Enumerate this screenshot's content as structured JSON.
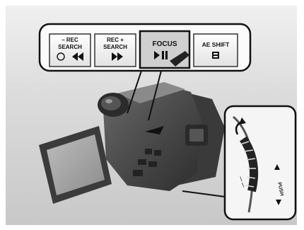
{
  "buttons": [
    {
      "line1": "– REC",
      "line2": "SEARCH",
      "icon": "rewind-icon"
    },
    {
      "line1": "REC +",
      "line2": "SEARCH",
      "icon": "fast-forward-icon"
    },
    {
      "line1": "FOCUS",
      "line2": "",
      "icon": "play-pause-icon",
      "highlighted": true
    },
    {
      "line1": "AE SHIFT",
      "line2": "",
      "icon": "stop-icon"
    }
  ],
  "dial": {
    "push": "PUSH"
  }
}
